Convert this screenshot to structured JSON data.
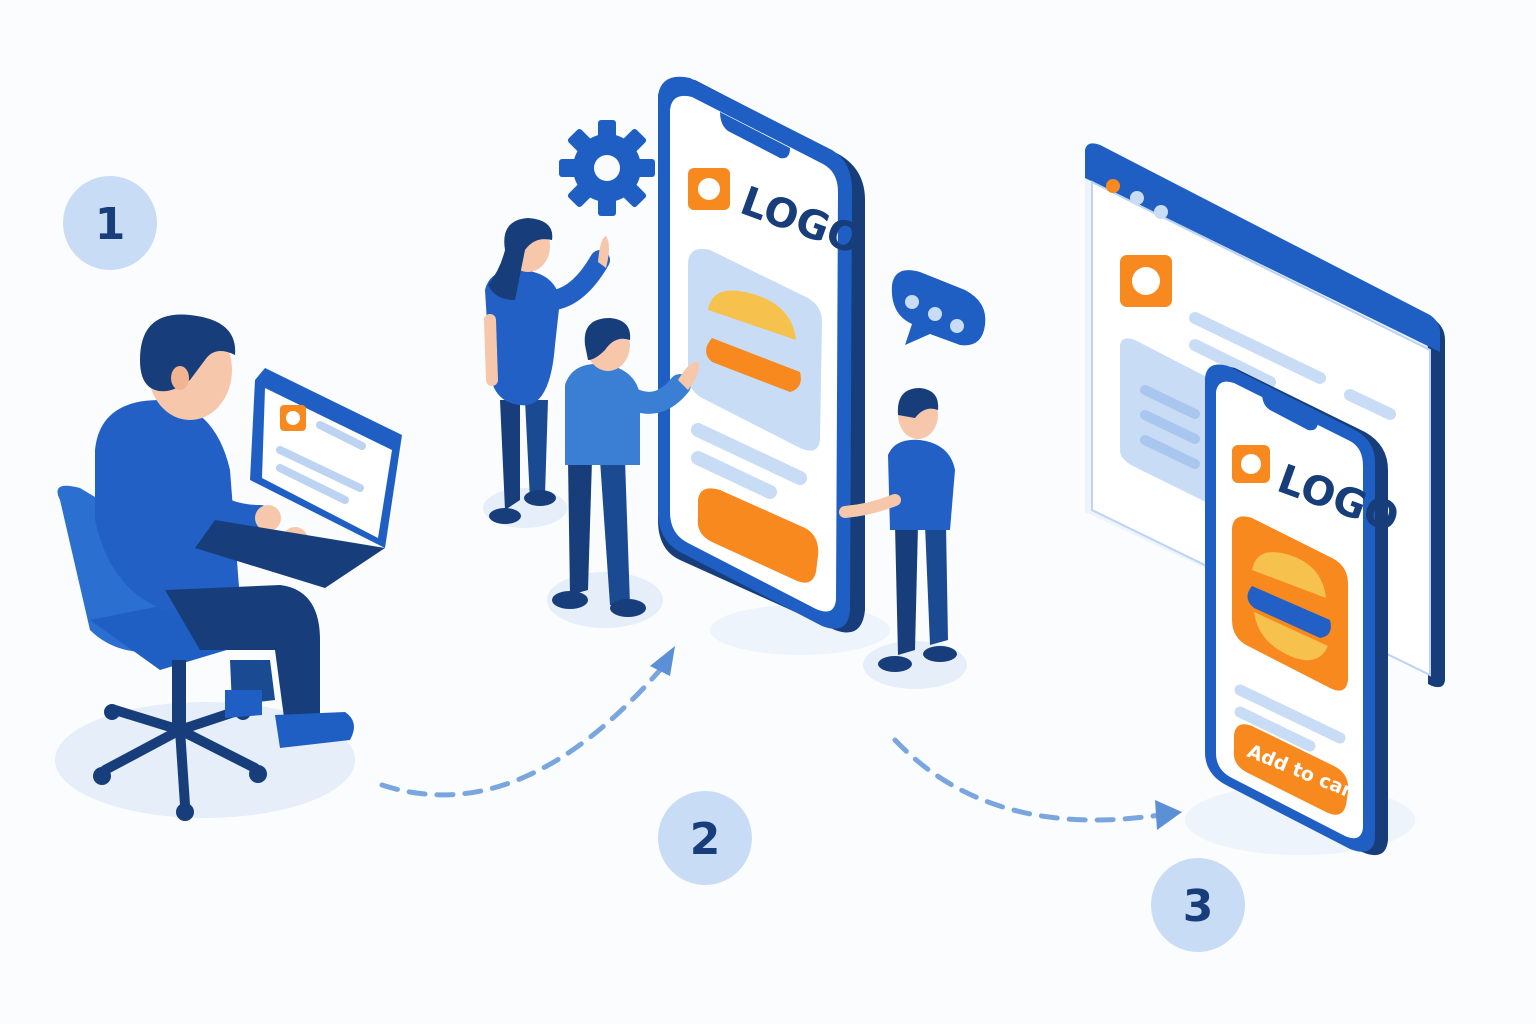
{
  "steps": [
    {
      "number": "1"
    },
    {
      "number": "2"
    },
    {
      "number": "3"
    }
  ],
  "mockup_phone": {
    "logo_text": "LOGO"
  },
  "final_phone": {
    "logo_text": "LOGO",
    "button_label": "Add to cart"
  },
  "colors": {
    "primary_blue": "#1f5fc4",
    "dark_blue": "#173e7a",
    "light_blue": "#c9dcf5",
    "accent_orange": "#f7891f",
    "bun_yellow": "#f7c14e"
  },
  "icons": [
    "gear-icon",
    "speech-bubble-icon",
    "burger-icon",
    "arrow-icon",
    "logo-icon"
  ]
}
